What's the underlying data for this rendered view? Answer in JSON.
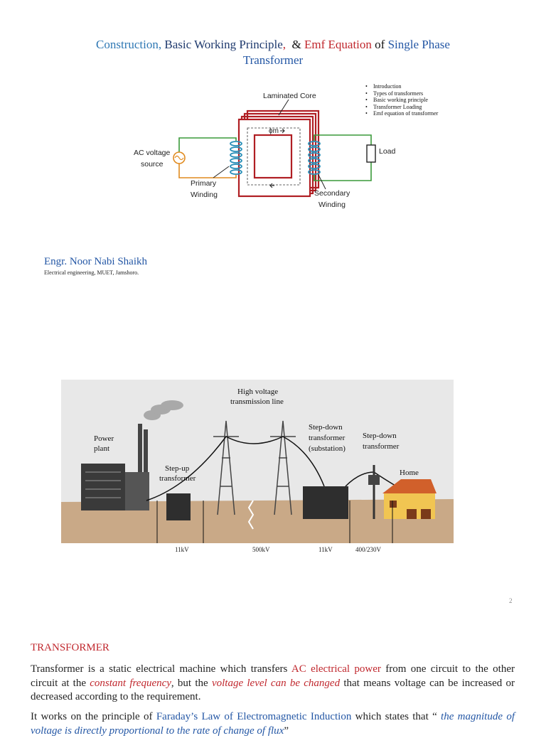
{
  "title": {
    "part1": "Construction,",
    "part2": "Basic Working Principle",
    "part3": ",",
    "part4": "&",
    "part5": "Emf Equation",
    "part6": "of",
    "part7": "Single Phase",
    "part8": "Transformer"
  },
  "toc": [
    "Introduction",
    "Types of transformers",
    "Basic working principle",
    "Transformer Loading",
    "Emf equation of transformer"
  ],
  "diagram": {
    "core_label": "Laminated Core",
    "flux_label": "ϕm",
    "source_label_1": "AC voltage",
    "source_label_2": "source",
    "primary_1": "Primary",
    "primary_2": "Winding",
    "secondary_1": "Secondary",
    "secondary_2": "Winding",
    "load_label": "Load"
  },
  "author": {
    "name": "Engr. Noor Nabi Shaikh",
    "affiliation": "Electrical engineering, MUET, Jamshoro."
  },
  "grid_figure": {
    "high_voltage_1": "High voltage",
    "high_voltage_2": "transmission line",
    "power_plant_1": "Power",
    "power_plant_2": "plant",
    "stepup_1": "Step-up",
    "stepup_2": "transformer",
    "stepdown_sub_1": "Step-down",
    "stepdown_sub_2": "transformer",
    "stepdown_sub_3": "(substation)",
    "stepdown_2_1": "Step-down",
    "stepdown_2_2": "transformer",
    "home": "Home",
    "voltages": [
      "11kV",
      "500kV",
      "11kV",
      "400/230V"
    ]
  },
  "page_number": "2",
  "section": {
    "heading": "TRANSFORMER",
    "p1_a": "Transformer is a static electrical machine which transfers ",
    "p1_b": "AC electrical power",
    "p1_c": " from one circuit to the other circuit at the ",
    "p1_d": "constant frequency",
    "p1_e": ", but the ",
    "p1_f": "voltage level can be changed",
    "p1_g": " that means voltage can be increased or decreased according to the requirement.",
    "p2_a": "It works on the principle of ",
    "p2_b": "Faraday’s Law of Electromagnetic Induction",
    "p2_c": " which states that “ ",
    "p2_d": "the magnitude of voltage is directly proportional to the rate of change of flux",
    "p2_e": "”"
  },
  "colors": {
    "accent_red": "#c0272d",
    "accent_blue": "#2457a5",
    "core_red": "#b01e23",
    "coil_blue": "#2a8fb8",
    "wire_green": "#3a9a3a",
    "wire_orange": "#e08a1e"
  }
}
